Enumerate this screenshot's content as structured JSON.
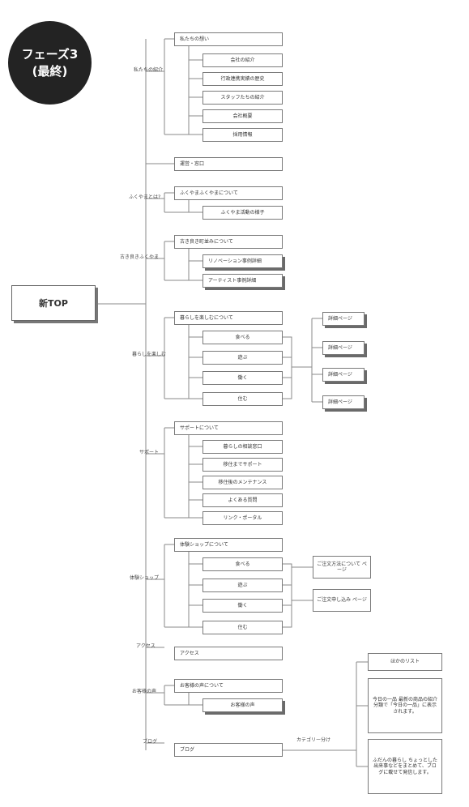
{
  "badge": {
    "line1": "フェーズ3",
    "line2": "(最終)"
  },
  "root": "新TOP",
  "sections": [
    {
      "label": "私たちの紹介",
      "items": [
        "私たちの想い",
        "会社の紹介",
        "行政連携実績の歴史",
        "スタッフたちの紹介",
        "会社概要",
        "採用情報"
      ]
    },
    {
      "label": "",
      "items": [
        "運営・窓口"
      ]
    },
    {
      "label": "ふくやまとは?",
      "items": [
        "ふくやまふくやまについて",
        "ふくやま活動の様子"
      ]
    },
    {
      "label": "古き良きふくやま",
      "items": [
        "古き良き町並みについて",
        "リノベーション事例詳細",
        "アーティスト事例詳細"
      ]
    },
    {
      "label": "暮らしを楽しむ",
      "items": [
        "暮らしを楽しむについて",
        "食べる",
        "遊ぶ",
        "働く",
        "住む"
      ]
    },
    {
      "label": "サポート",
      "items": [
        "サポートについて",
        "暮らしの相談窓口",
        "移住までサポート",
        "移住後のメンテナンス",
        "よくある質問",
        "リンク・ポータル"
      ]
    },
    {
      "label": "体験ショップ",
      "items": [
        "体験ショップについて",
        "食べる",
        "遊ぶ",
        "働く",
        "住む"
      ]
    },
    {
      "label": "アクセス",
      "items": [
        "アクセス"
      ]
    },
    {
      "label": "お客様の声",
      "items": [
        "お客様の声について",
        "お客様の声"
      ]
    },
    {
      "label": "ブログ",
      "items": [
        "ブログ"
      ]
    }
  ],
  "detail_pages": [
    "詳細ページ",
    "詳細ページ",
    "詳細ページ",
    "詳細ページ"
  ],
  "shop_pages": [
    "ご注文方法について ページ",
    "ご注文申し込み ページ"
  ],
  "blog_category_label": "カテゴリー分け",
  "blog_pages": [
    "ほかのリスト",
    "今日の一品 最新の商品の紹介 分類で「今日の一品」に表示されます。",
    "ふだんの暮らし ちょっとした出来事などをまとめて、ブログに載せて発信します。"
  ]
}
